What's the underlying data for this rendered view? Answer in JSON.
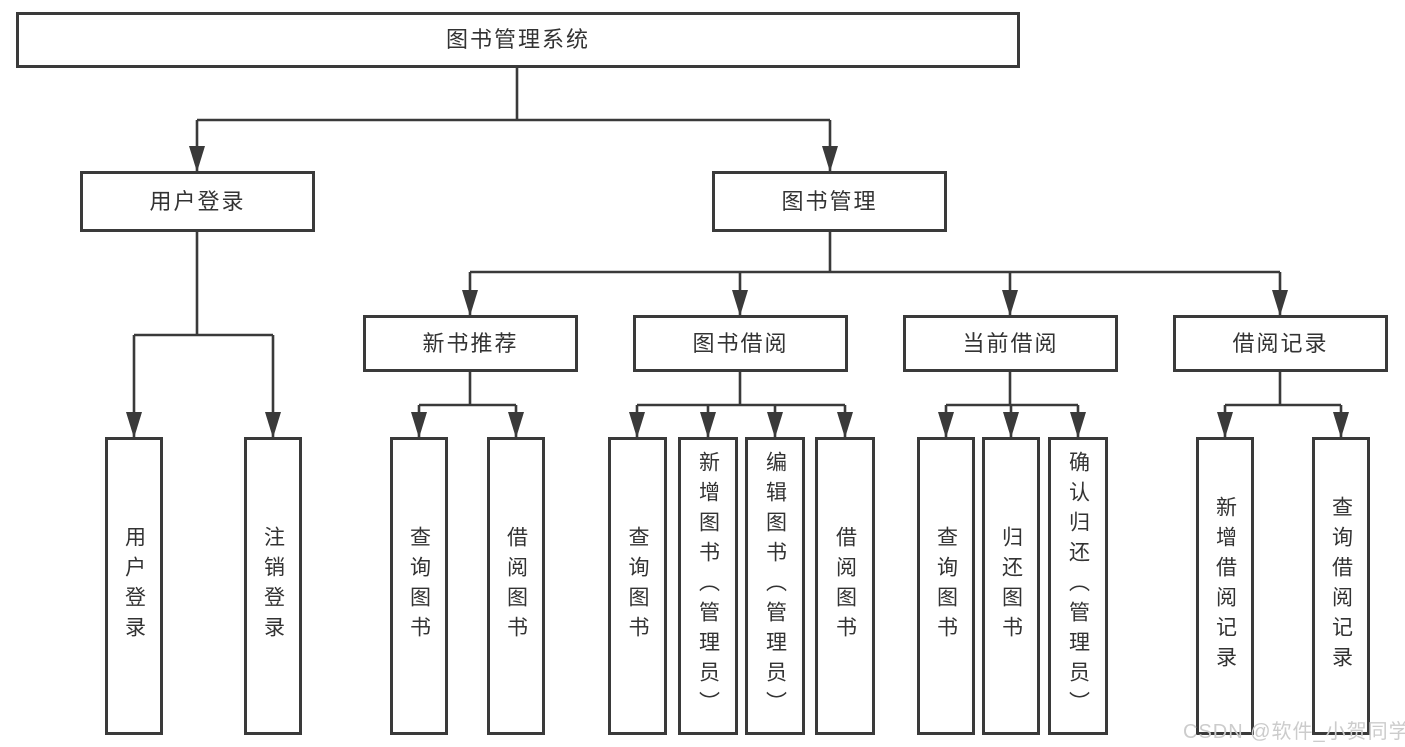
{
  "diagram": {
    "title": "图书管理系统",
    "type": "functional-structure-tree",
    "colors": {
      "background": "#ffffff",
      "line": "#3a3a3a",
      "box_border": "#3a3a3a",
      "text": "#333333",
      "watermark": "#cccccc"
    }
  },
  "nodes": {
    "root": {
      "label": "图书管理系统"
    },
    "user_login": {
      "label": "用户登录"
    },
    "book_mgmt": {
      "label": "图书管理"
    },
    "new_rec": {
      "label": "新书推荐"
    },
    "borrow": {
      "label": "图书借阅"
    },
    "current": {
      "label": "当前借阅"
    },
    "record": {
      "label": "借阅记录"
    },
    "l_user_login": {
      "label": "用户登录"
    },
    "l_logout": {
      "label": "注销登录"
    },
    "l_query1": {
      "label": "查询图书"
    },
    "l_borrow1": {
      "label": "借阅图书"
    },
    "l_query2": {
      "label": "查询图书"
    },
    "l_add_book": {
      "label": "新增图书（管理员）"
    },
    "l_edit_book": {
      "label": "编辑图书（管理员）"
    },
    "l_borrow2": {
      "label": "借阅图书"
    },
    "l_query3": {
      "label": "查询图书"
    },
    "l_return": {
      "label": "归还图书"
    },
    "l_confirm": {
      "label": "确认归还（管理员）"
    },
    "l_add_rec": {
      "label": "新增借阅记录"
    },
    "l_query_rec": {
      "label": "查询借阅记录"
    }
  },
  "tree": {
    "图书管理系统": {
      "用户登录": [
        "用户登录",
        "注销登录"
      ],
      "图书管理": {
        "新书推荐": [
          "查询图书",
          "借阅图书"
        ],
        "图书借阅": [
          "查询图书",
          "新增图书（管理员）",
          "编辑图书（管理员）",
          "借阅图书"
        ],
        "当前借阅": [
          "查询图书",
          "归还图书",
          "确认归还（管理员）"
        ],
        "借阅记录": [
          "新增借阅记录",
          "查询借阅记录"
        ]
      }
    }
  },
  "watermark": {
    "text": "CSDN @软件_小贺同学"
  }
}
